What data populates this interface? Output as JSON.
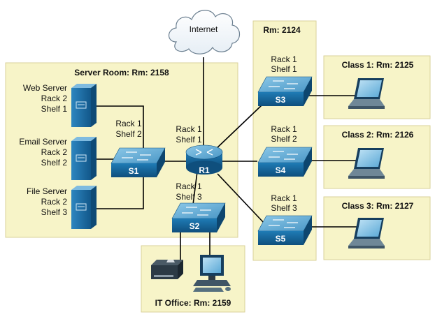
{
  "cloud": {
    "label": "Internet"
  },
  "rooms": {
    "server_room": "Server Room: Rm: 2158",
    "rm_2124": "Rm: 2124",
    "it_office": "IT Office: Rm: 2159",
    "class1": "Class 1: Rm: 2125",
    "class2": "Class 2: Rm: 2126",
    "class3": "Class 3: Rm: 2127"
  },
  "servers": [
    {
      "name": "Web Server",
      "rack": "Rack 2",
      "shelf": "Shelf 1"
    },
    {
      "name": "Email Server",
      "rack": "Rack 2",
      "shelf": "Shelf 2"
    },
    {
      "name": "File Server",
      "rack": "Rack 2",
      "shelf": "Shelf 3"
    }
  ],
  "devices": {
    "r1": {
      "label": "R1",
      "rack": "Rack 1",
      "shelf": "Shelf 1"
    },
    "s1": {
      "label": "S1",
      "rack": "Rack 1",
      "shelf": "Shelf 2"
    },
    "s2": {
      "label": "S2",
      "rack": "Rack 1",
      "shelf": "Shelf 3"
    },
    "s3": {
      "label": "S3",
      "rack": "Rack 1",
      "shelf": "Shelf 1"
    },
    "s4": {
      "label": "S4",
      "rack": "Rack 1",
      "shelf": "Shelf 2"
    },
    "s5": {
      "label": "S5",
      "rack": "Rack 1",
      "shelf": "Shelf 3"
    }
  },
  "colors": {
    "room_fill": "#f7f4c8",
    "room_border": "#d9d29a",
    "device_blue": "#1b6fa5",
    "device_top": "#6fb3db",
    "link": "#000000"
  }
}
